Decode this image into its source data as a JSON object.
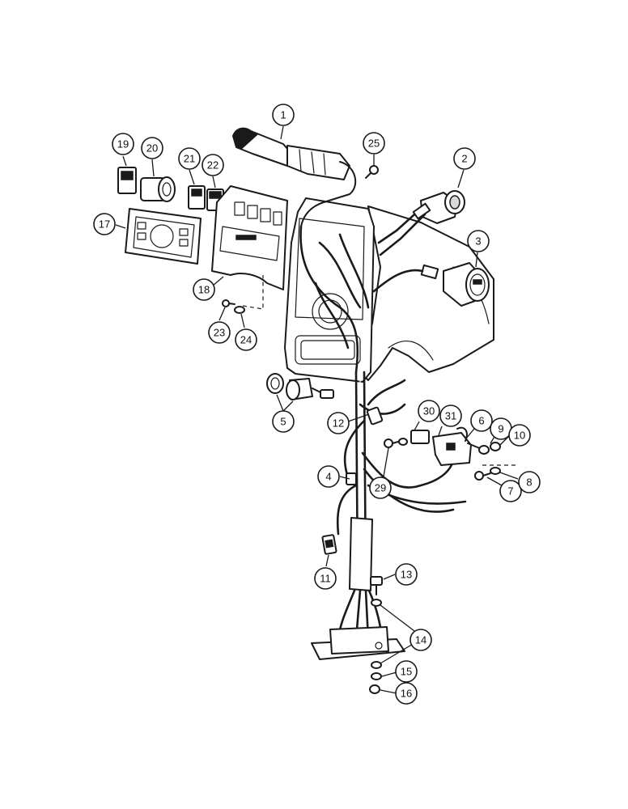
{
  "callouts": [
    {
      "label": "1"
    },
    {
      "label": "2"
    },
    {
      "label": "3"
    },
    {
      "label": "4"
    },
    {
      "label": "5"
    },
    {
      "label": "6"
    },
    {
      "label": "7"
    },
    {
      "label": "8"
    },
    {
      "label": "9"
    },
    {
      "label": "10"
    },
    {
      "label": "11"
    },
    {
      "label": "12"
    },
    {
      "label": "13"
    },
    {
      "label": "14"
    },
    {
      "label": "15"
    },
    {
      "label": "16"
    },
    {
      "label": "17"
    },
    {
      "label": "18"
    },
    {
      "label": "19"
    },
    {
      "label": "20"
    },
    {
      "label": "21"
    },
    {
      "label": "22"
    },
    {
      "label": "23"
    },
    {
      "label": "24"
    },
    {
      "label": "25"
    },
    {
      "label": "29"
    },
    {
      "label": "30"
    },
    {
      "label": "31"
    }
  ]
}
